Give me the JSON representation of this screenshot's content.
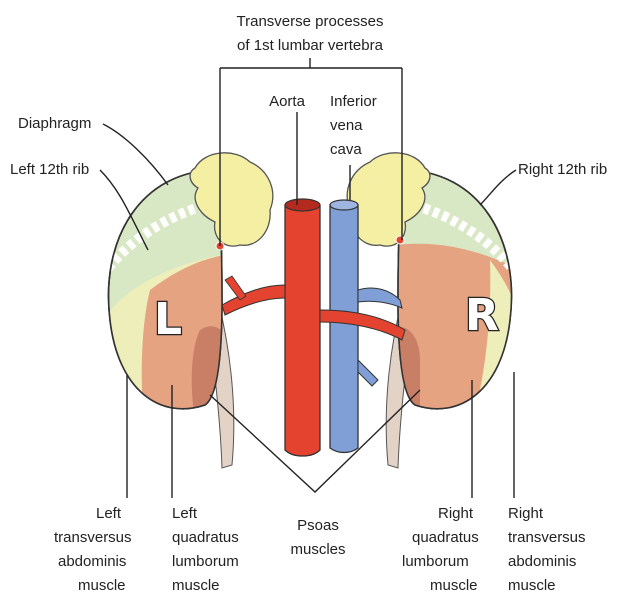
{
  "labels": {
    "transverse": [
      "Transverse processes",
      "of 1st lumbar vertebra"
    ],
    "aorta": "Aorta",
    "ivc": [
      "Inferior",
      "vena",
      "cava"
    ],
    "diaphragm": "Diaphragm",
    "left_rib": "Left 12th rib",
    "right_rib": "Right 12th rib",
    "left_ta": [
      "Left",
      "transversus",
      "abdominis",
      "muscle"
    ],
    "left_ql": [
      "Left",
      "quadratus",
      "lumborum",
      "muscle"
    ],
    "psoas": [
      "Psoas",
      "muscles"
    ],
    "right_ql": [
      "Right",
      "quadratus",
      "lumborum",
      "muscle"
    ],
    "right_ta": [
      "Right",
      "transversus",
      "abdominis",
      "muscle"
    ],
    "kidney_left": "L",
    "kidney_right": "R"
  },
  "colors": {
    "diaphragm": "#d9e8c4",
    "transversus": "#eeeebb",
    "quadratus": "#e5a382",
    "psoas": "#c97e66",
    "adrenal": "#f4efa3",
    "aorta": "#e3432f",
    "ivc": "#7f9fd6"
  }
}
